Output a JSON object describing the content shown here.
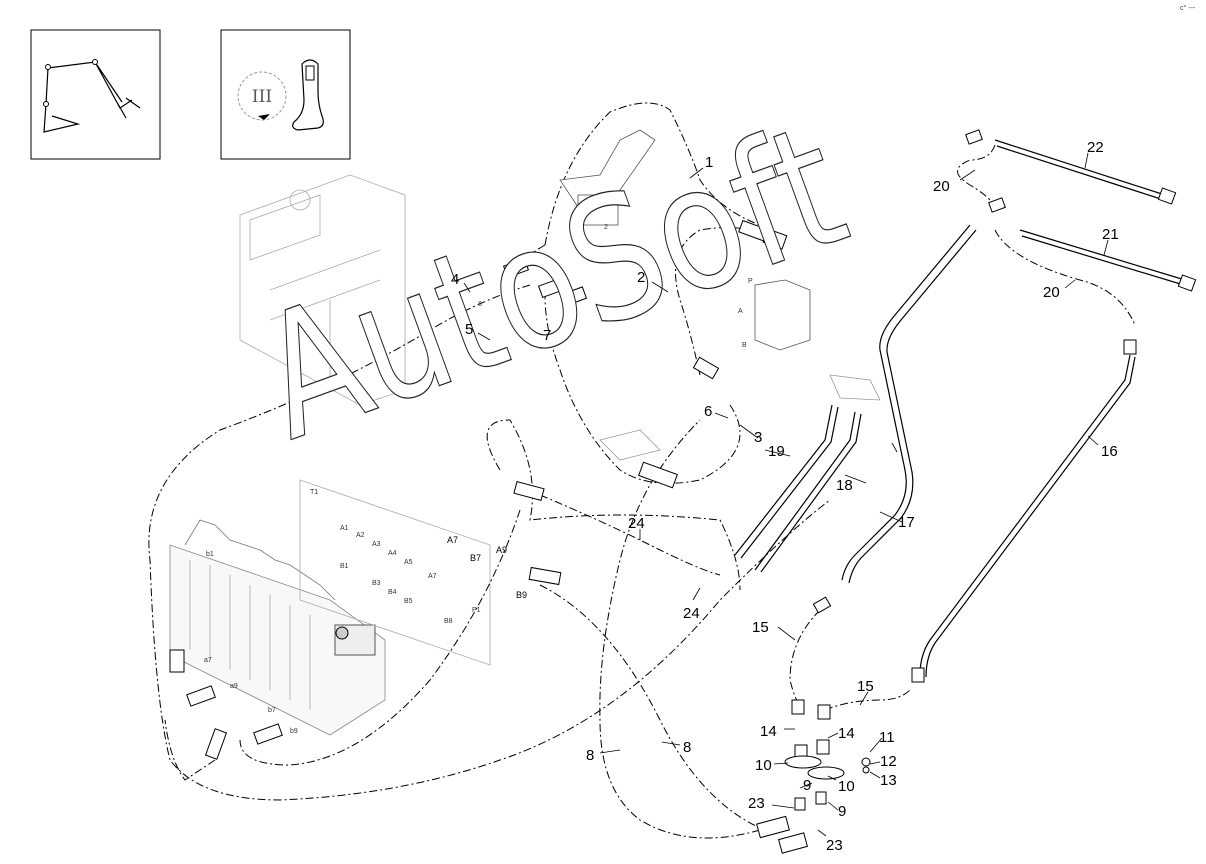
{
  "corner_mark": "c° ---",
  "icons": {
    "pedal_icon": "pedal-linkage-icon",
    "joystick_icon": "joystick-icon",
    "joystick_marking": "III"
  },
  "watermark": "AutoSoft",
  "port_labels": {
    "A7": "A7",
    "B7": "B7",
    "A9": "A9",
    "B9": "B9",
    "b9": "b9",
    "a9": "a9",
    "a7": "a7",
    "b7": "b7",
    "pilot_P": "P",
    "pilot_A": "A",
    "pilot_B": "B",
    "pedal_T": "T",
    "pedal_P": "P",
    "p8": "8",
    "p2": "2",
    "p1": "1"
  },
  "callouts": [
    {
      "id": "c1",
      "label": "1"
    },
    {
      "id": "c2",
      "label": "2"
    },
    {
      "id": "c3",
      "label": "3"
    },
    {
      "id": "c4",
      "label": "4"
    },
    {
      "id": "c5",
      "label": "5"
    },
    {
      "id": "c6",
      "label": "6"
    },
    {
      "id": "c7",
      "label": "7"
    },
    {
      "id": "c8a",
      "label": "8"
    },
    {
      "id": "c8b",
      "label": "8"
    },
    {
      "id": "c9a",
      "label": "9"
    },
    {
      "id": "c9b",
      "label": "9"
    },
    {
      "id": "c10a",
      "label": "10"
    },
    {
      "id": "c10b",
      "label": "10"
    },
    {
      "id": "c11",
      "label": "11"
    },
    {
      "id": "c12",
      "label": "12"
    },
    {
      "id": "c13",
      "label": "13"
    },
    {
      "id": "c14a",
      "label": "14"
    },
    {
      "id": "c14b",
      "label": "14"
    },
    {
      "id": "c15a",
      "label": "15"
    },
    {
      "id": "c15b",
      "label": "15"
    },
    {
      "id": "c16",
      "label": "16"
    },
    {
      "id": "c17",
      "label": "17"
    },
    {
      "id": "c18",
      "label": "18"
    },
    {
      "id": "c19",
      "label": "19"
    },
    {
      "id": "c20a",
      "label": "20"
    },
    {
      "id": "c20b",
      "label": "20"
    },
    {
      "id": "c21",
      "label": "21"
    },
    {
      "id": "c22",
      "label": "22"
    },
    {
      "id": "c23a",
      "label": "23"
    },
    {
      "id": "c23b",
      "label": "23"
    },
    {
      "id": "c24a",
      "label": "24"
    },
    {
      "id": "c24b",
      "label": "24"
    }
  ]
}
